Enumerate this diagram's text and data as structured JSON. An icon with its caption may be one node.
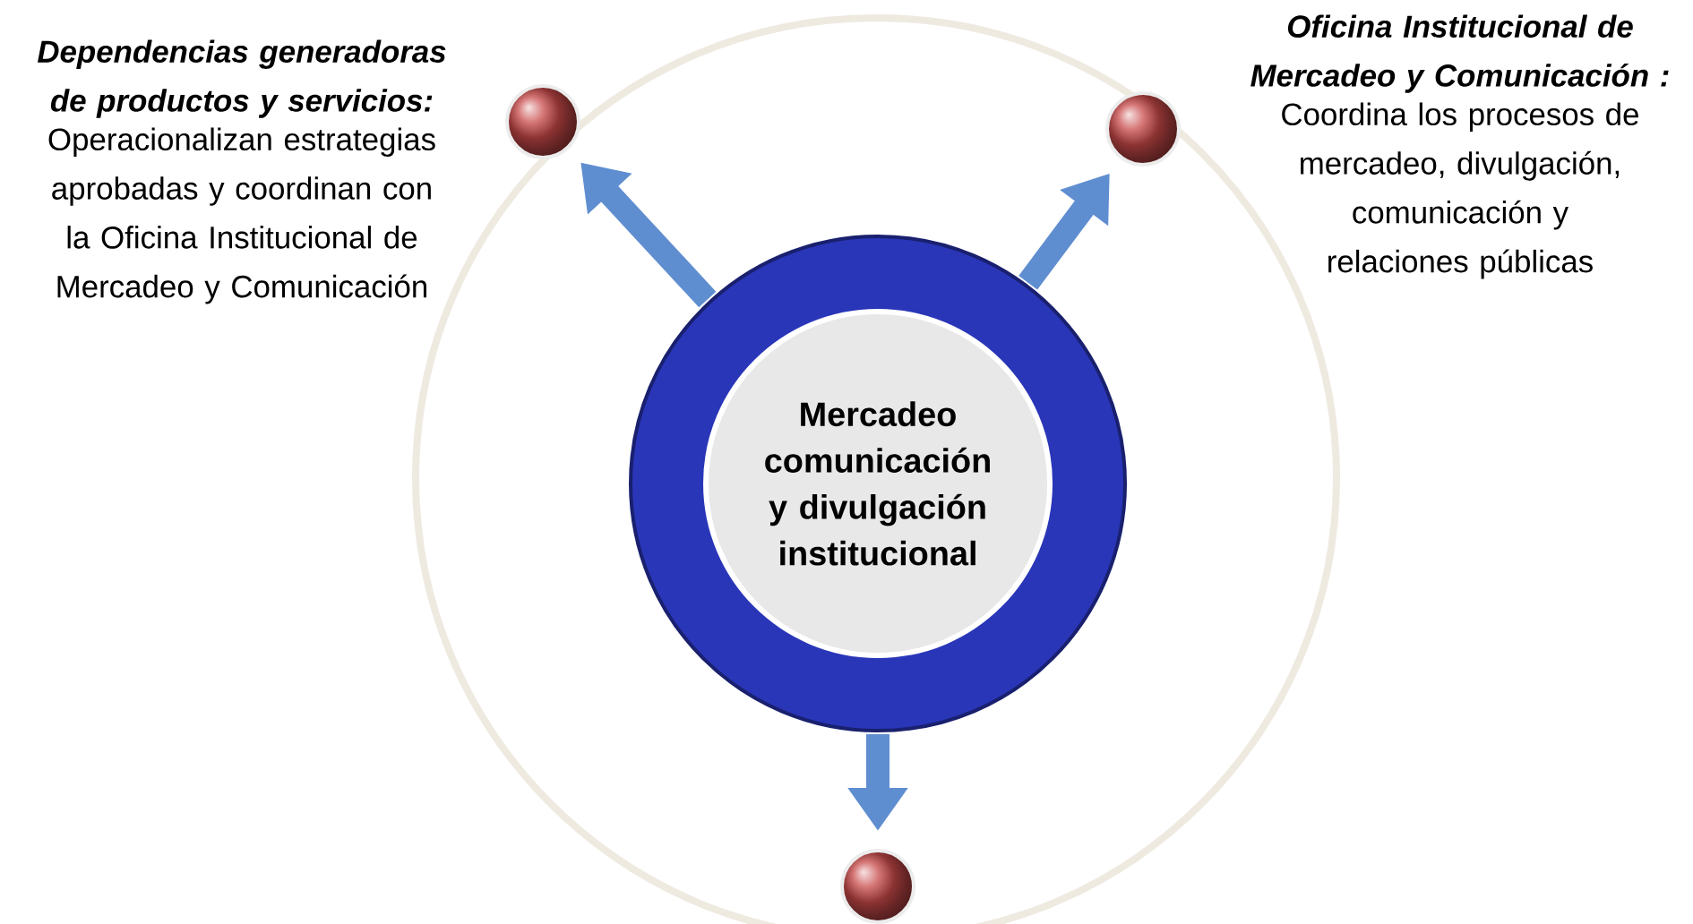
{
  "diagram": {
    "nodes": [
      {
        "text": [
          "Mercadeo comunicación y divulgación institucional"
        ]
      },
      {
        "text": [],
        "shape": "circle",
        "beside": [
          "Dependencias generadoras de productos y servicios:",
          "Operacionalizan estrategias aprobadas y coordinan con la Oficina Institucional de Mercadeo y Comunicación"
        ]
      },
      {
        "text": [],
        "shape": "circle",
        "beside": [
          "Oficina Institucional de Mercadeo y Comunicación :",
          "Coordina los procesos de mercadeo, divulgación, comunicación y relaciones públicas"
        ]
      },
      {
        "text": [],
        "shape": "circle"
      }
    ],
    "edges": [
      {
        "from": 0,
        "to": 1,
        "arrow": "to"
      },
      {
        "from": 0,
        "to": 2,
        "arrow": "to"
      },
      {
        "from": 0,
        "to": 3,
        "arrow": "to"
      }
    ]
  }
}
